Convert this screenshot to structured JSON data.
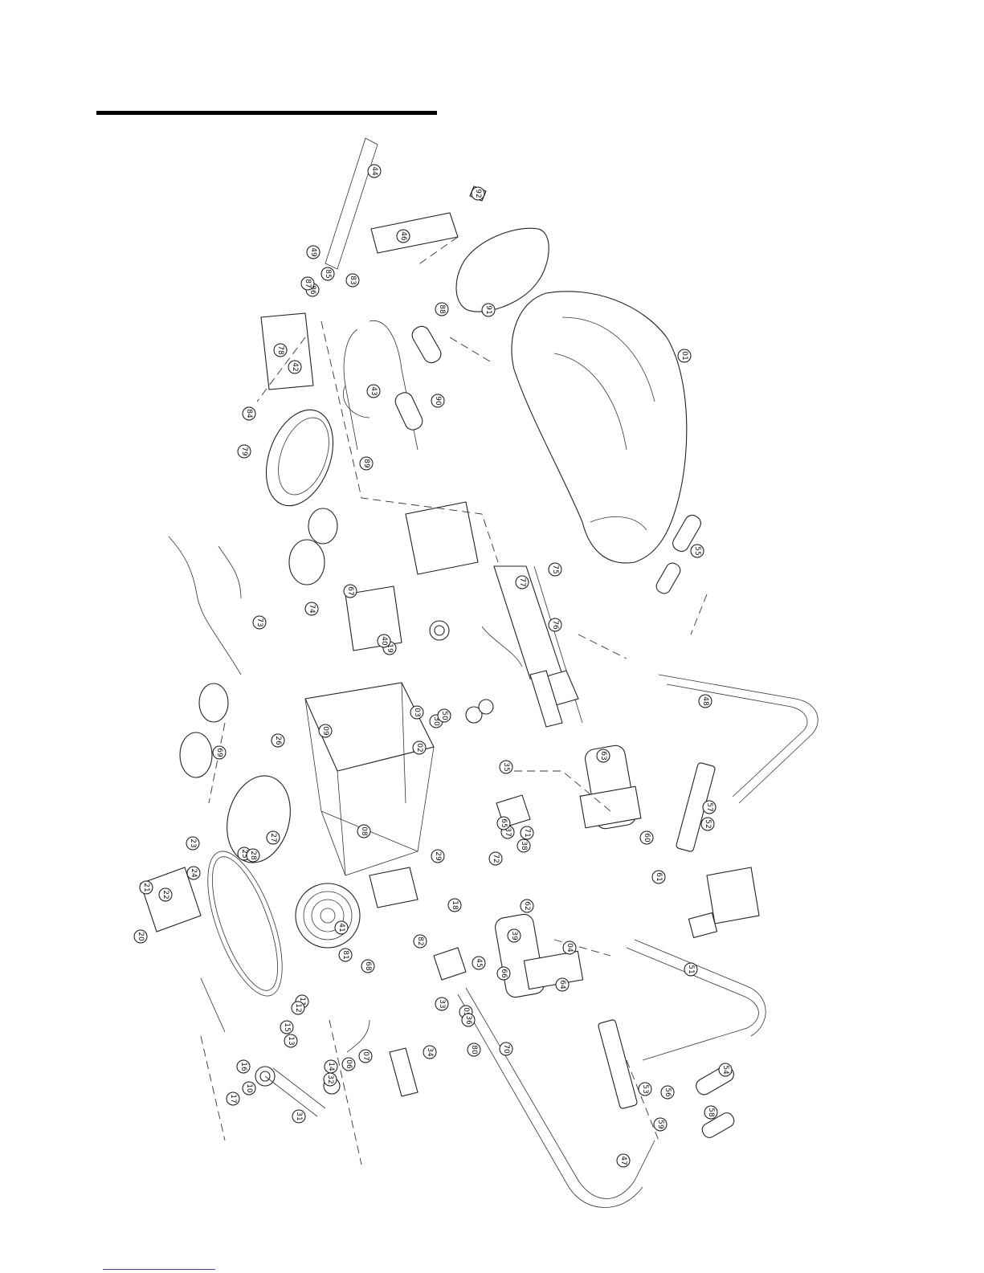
{
  "diagram": {
    "labels": [
      "01",
      "02",
      "03",
      "04",
      "05",
      "06",
      "07",
      "08",
      "09",
      "10",
      "11",
      "12",
      "13",
      "14",
      "15",
      "16",
      "17",
      "18",
      "19",
      "20",
      "21",
      "22",
      "23",
      "24",
      "25",
      "26",
      "27",
      "28",
      "29",
      "30",
      "31",
      "32",
      "33",
      "34",
      "35",
      "36",
      "37",
      "38",
      "39",
      "40",
      "41",
      "42",
      "43",
      "44",
      "45",
      "46",
      "47",
      "48",
      "49",
      "50",
      "51",
      "52",
      "53",
      "54",
      "55",
      "56",
      "57",
      "58",
      "59",
      "60",
      "61",
      "62",
      "63",
      "64",
      "65",
      "66",
      "67",
      "68",
      "69",
      "70",
      "71",
      "72",
      "73",
      "74",
      "75",
      "76",
      "77",
      "78",
      "79",
      "80",
      "81",
      "82",
      "83",
      "84",
      "85",
      "86",
      "87",
      "88",
      "89",
      "90",
      "91",
      "92"
    ],
    "line_color": "#222222",
    "background": "#ffffff"
  }
}
